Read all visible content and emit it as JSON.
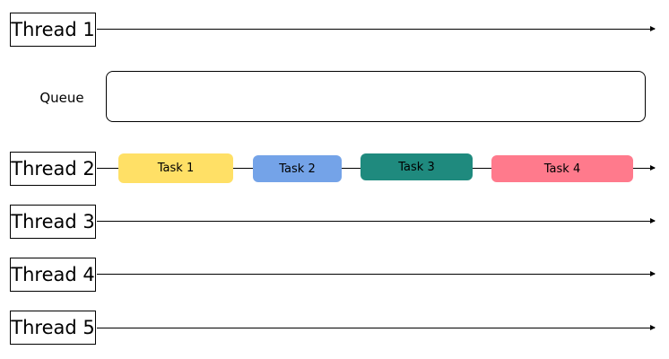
{
  "threads": [
    {
      "label": "Thread 1"
    },
    {
      "label": "Thread 2"
    },
    {
      "label": "Thread 3"
    },
    {
      "label": "Thread 4"
    },
    {
      "label": "Thread 5"
    }
  ],
  "queue": {
    "label": "Queue"
  },
  "tasks": [
    {
      "label": "Task 1",
      "color": "#ffe066"
    },
    {
      "label": "Task 2",
      "color": "#74a3e8"
    },
    {
      "label": "Task 3",
      "color": "#1f8a7e"
    },
    {
      "label": "Task 4",
      "color": "#ff7a8c"
    }
  ],
  "colors": {
    "line": "#000000",
    "background": "#ffffff"
  }
}
